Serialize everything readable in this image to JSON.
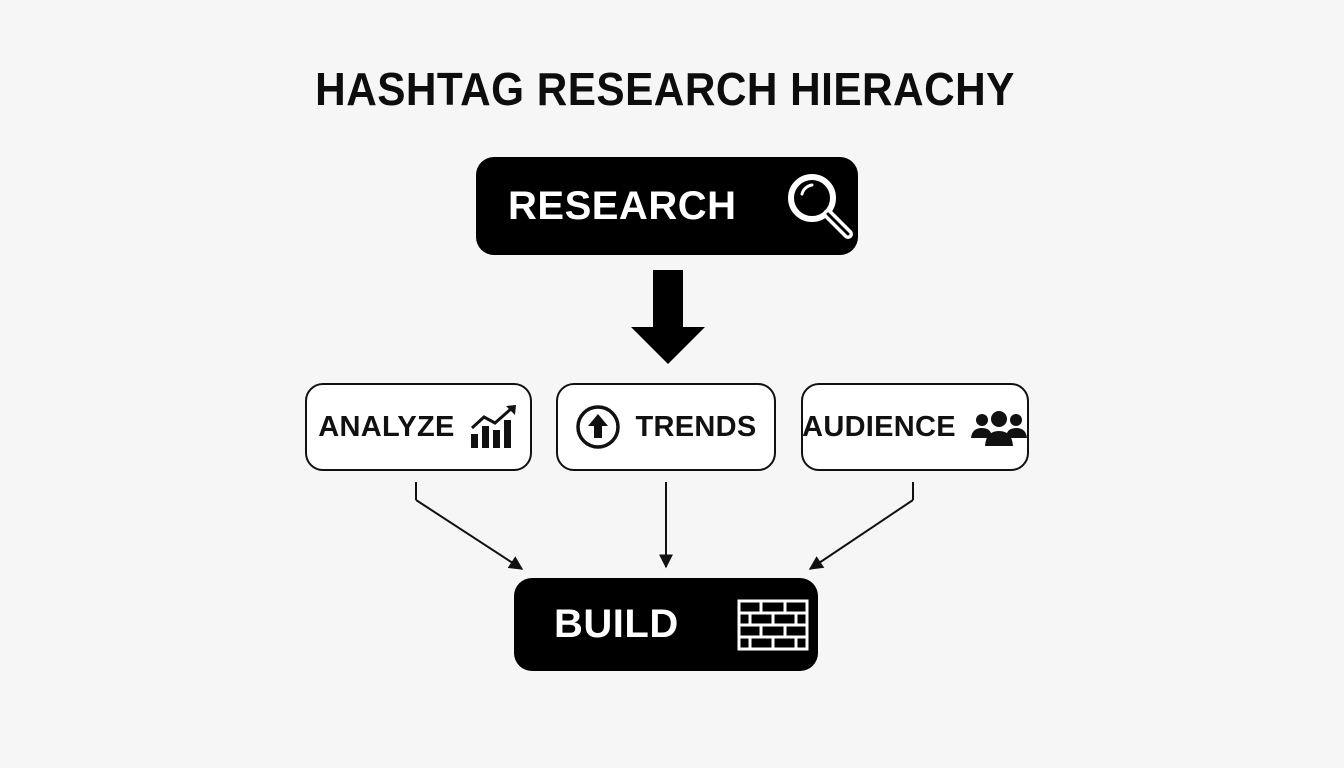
{
  "title": "HASHTAG RESEARCH HIERACHY",
  "nodes": {
    "research": {
      "label": "RESEARCH",
      "icon": "magnifying-glass-icon"
    },
    "analyze": {
      "label": "ANALYZE",
      "icon": "bar-chart-trend-icon"
    },
    "trends": {
      "label": "TRENDS",
      "icon": "up-arrow-circle-icon"
    },
    "audience": {
      "label": "AUDIENCE",
      "icon": "people-group-icon"
    },
    "build": {
      "label": "BUILD",
      "icon": "brick-wall-icon"
    }
  },
  "edges": [
    {
      "from": "research",
      "to": "trends"
    },
    {
      "from": "analyze",
      "to": "build"
    },
    {
      "from": "trends",
      "to": "build"
    },
    {
      "from": "audience",
      "to": "build"
    }
  ],
  "colors": {
    "background": "#f6f6f6",
    "dark_node": "#000000",
    "outline": "#111111"
  }
}
